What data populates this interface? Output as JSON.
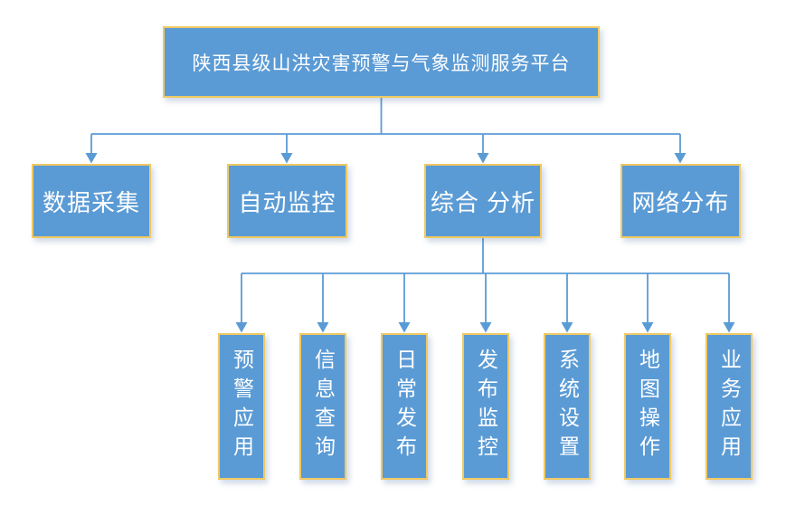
{
  "diagram": {
    "title": "陕西县级山洪灾害预警与气象监测服务平台",
    "root": {
      "label": "陕西县级山洪灾害预警与气象监测服务平台"
    },
    "level2": [
      {
        "label": "数据采集"
      },
      {
        "label": "自动监控"
      },
      {
        "label": "综合 分析"
      },
      {
        "label": "网络分布"
      }
    ],
    "level3_parent": "综合 分析",
    "level3": [
      {
        "label": "预警应用"
      },
      {
        "label": "信息查询"
      },
      {
        "label": "日常发布"
      },
      {
        "label": "发布监控"
      },
      {
        "label": "系统设置"
      },
      {
        "label": "地图操作"
      },
      {
        "label": "业务应用"
      }
    ],
    "colors": {
      "box_fill": "#5B9BD5",
      "box_border": "#F0C962",
      "connector": "#5B9BD5",
      "text": "#FFFFFF",
      "background": "#FFFFFF"
    }
  }
}
